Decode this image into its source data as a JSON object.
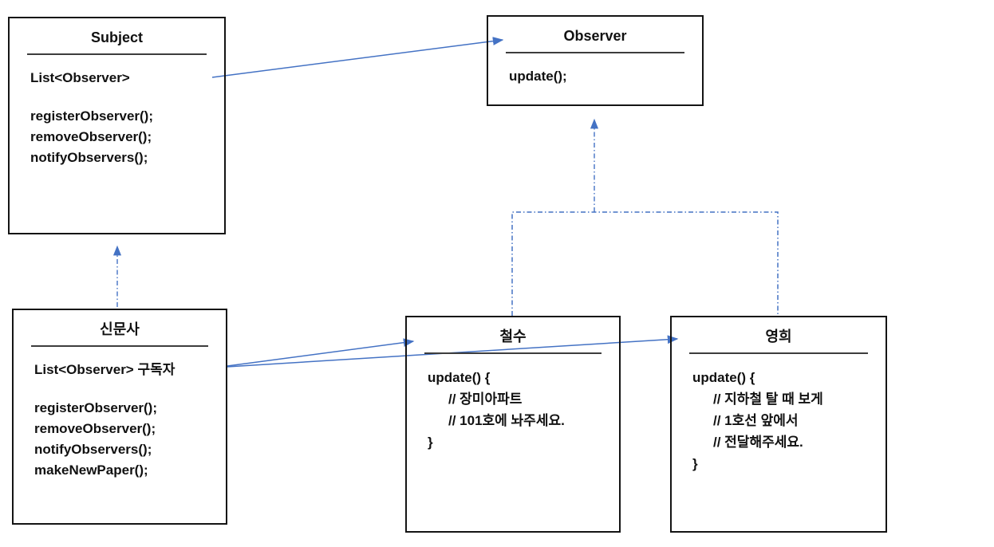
{
  "colors": {
    "arrow": "#4472C4",
    "box_border": "#141414",
    "underline": "#3d3d3d",
    "text": "#111111",
    "background": "#ffffff"
  },
  "boxes": {
    "subject": {
      "title": "Subject",
      "attribute": "List<Observer>",
      "methods": [
        "registerObserver();",
        "removeObserver();",
        "notifyObservers();"
      ]
    },
    "observer": {
      "title": "Observer",
      "methods": [
        "update();"
      ]
    },
    "newspaper": {
      "title": "신문사",
      "attribute": "List<Observer> 구독자",
      "methods": [
        "registerObserver();",
        "removeObserver();",
        "notifyObservers();",
        "makeNewPaper();"
      ]
    },
    "cheolsu": {
      "title": "철수",
      "code": [
        "update() {",
        "// 장미아파트",
        "// 101호에 놔주세요.",
        "}"
      ]
    },
    "yeonghui": {
      "title": "영희",
      "code": [
        "update() {",
        "// 지하철 탈 때 보게",
        "// 1호선 앞에서",
        "// 전달해주세요.",
        "}"
      ]
    }
  },
  "relations": [
    {
      "from": "Subject",
      "to": "Observer",
      "type": "association",
      "line": "solid"
    },
    {
      "from": "신문사",
      "to": "Subject",
      "type": "realization",
      "line": "dashed"
    },
    {
      "from": "철수",
      "to": "Observer",
      "type": "realization",
      "line": "dashed"
    },
    {
      "from": "영희",
      "to": "Observer",
      "type": "realization",
      "line": "dashed"
    },
    {
      "from": "신문사",
      "to": "철수",
      "type": "association",
      "line": "solid"
    },
    {
      "from": "신문사",
      "to": "영희",
      "type": "association",
      "line": "solid"
    }
  ]
}
